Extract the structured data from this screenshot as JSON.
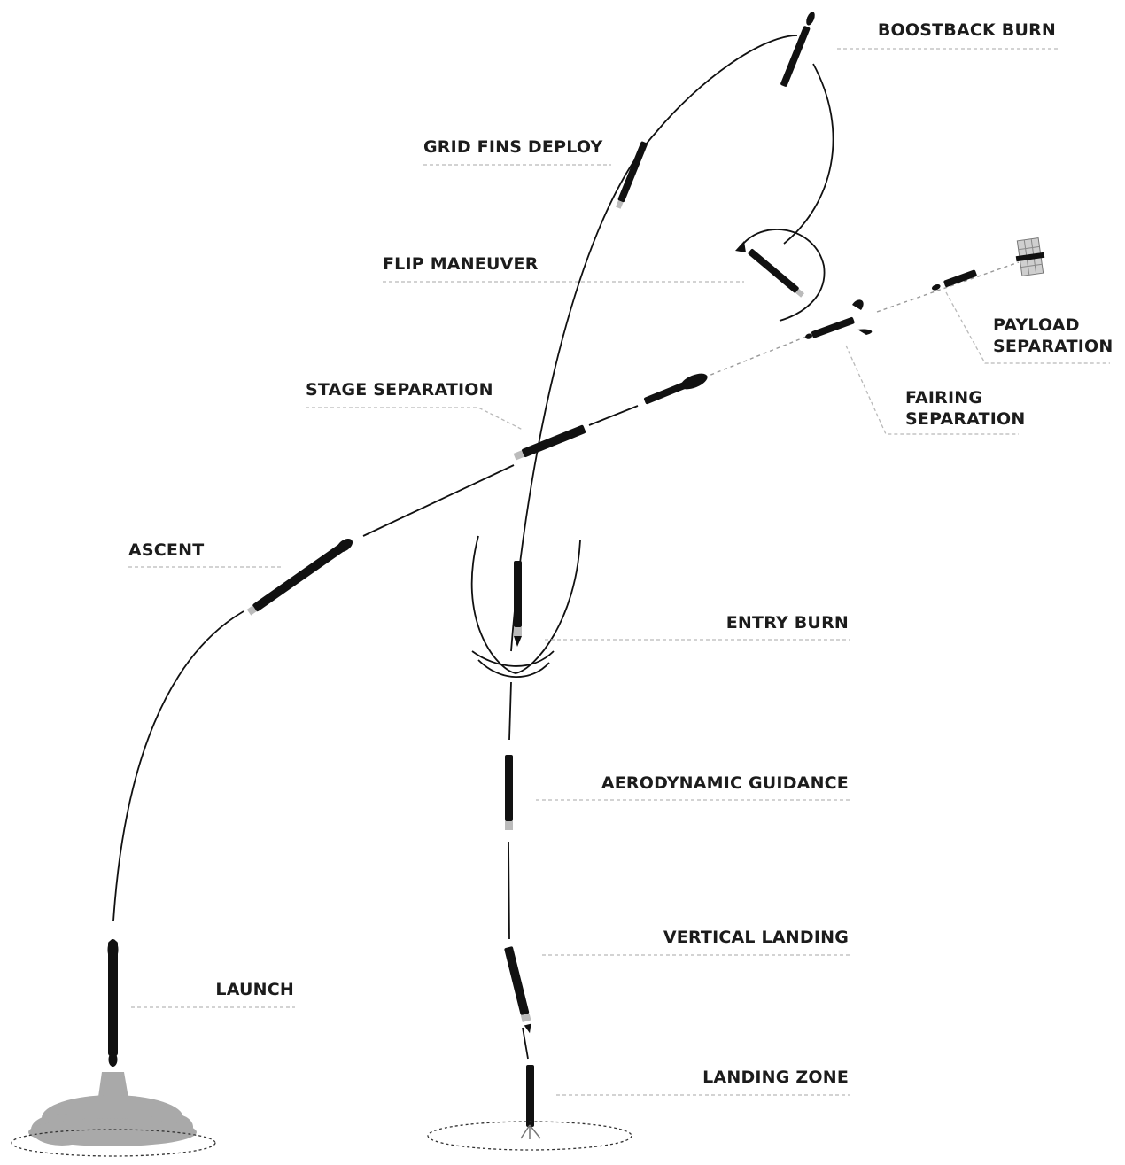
{
  "labels": {
    "boostback_burn": "BOOSTBACK BURN",
    "grid_fins_deploy": "GRID FINS DEPLOY",
    "flip_maneuver": "FLIP MANEUVER",
    "payload_separation_1": "PAYLOAD",
    "payload_separation_2": "SEPARATION",
    "stage_separation": "STAGE SEPARATION",
    "fairing_separation_1": "FAIRING",
    "fairing_separation_2": "SEPARATION",
    "ascent": "ASCENT",
    "entry_burn": "ENTRY BURN",
    "aerodynamic_guidance": "AERODYNAMIC GUIDANCE",
    "vertical_landing": "VERTICAL LANDING",
    "launch": "LAUNCH",
    "landing_zone": "LANDING ZONE"
  },
  "colors": {
    "rocket": "#111111",
    "smoke": "#a9a9a9",
    "leader_line": "#b9b9b9",
    "text": "#1c1c1c"
  }
}
